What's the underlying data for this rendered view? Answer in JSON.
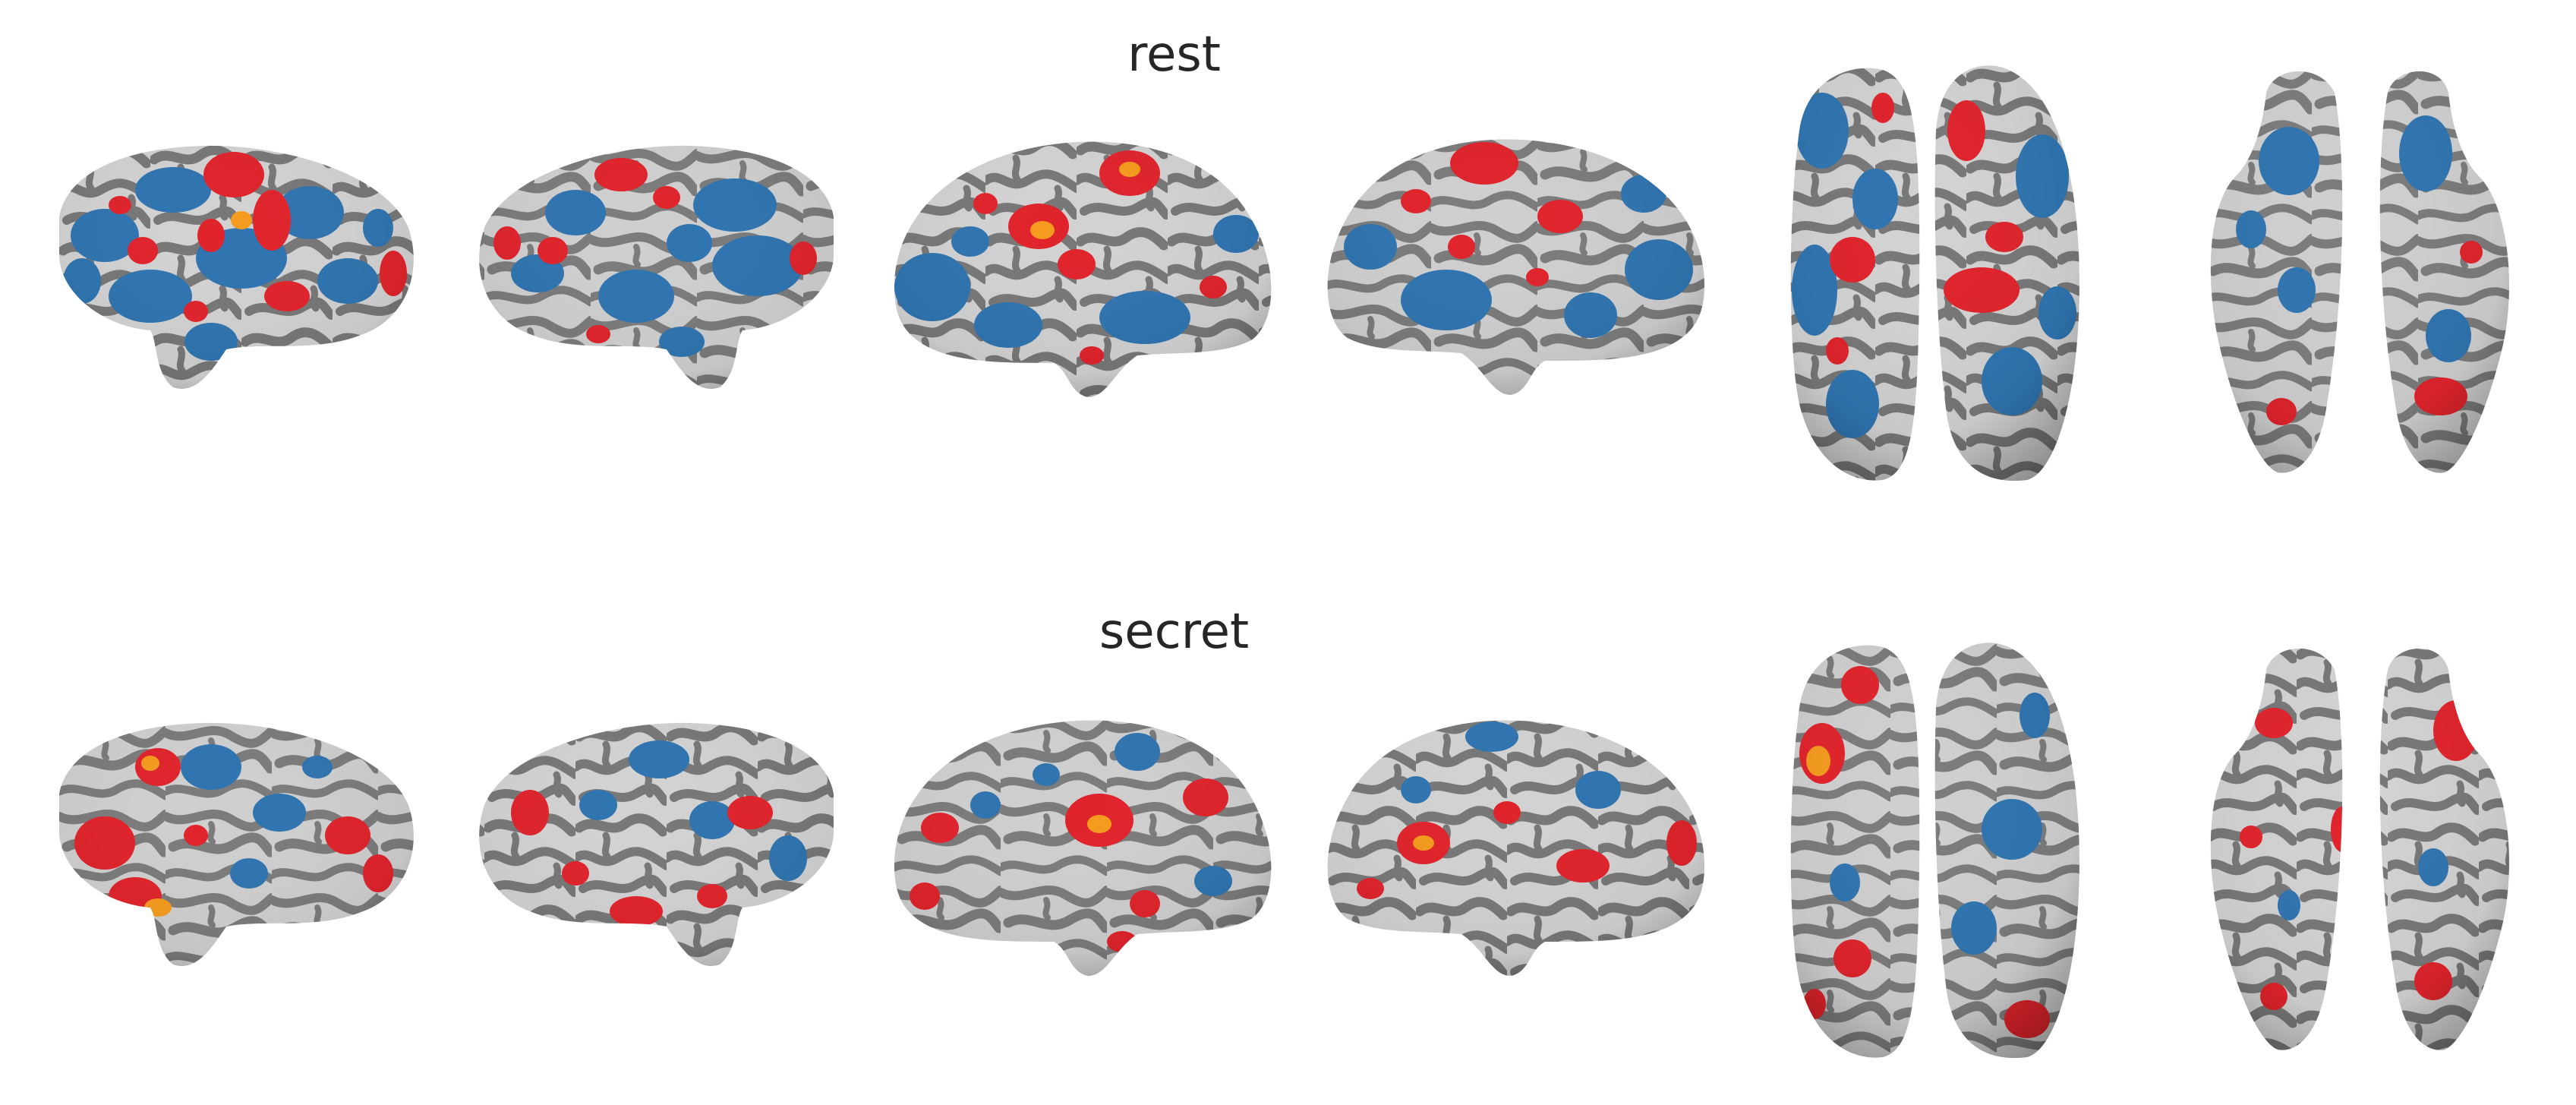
{
  "panels": [
    {
      "title": "rest",
      "views": [
        "lateral-left",
        "lateral-right",
        "medial-left",
        "medial-right",
        "dorsal",
        "ventral"
      ]
    },
    {
      "title": "secret",
      "views": [
        "lateral-left",
        "lateral-right",
        "medial-left",
        "medial-right",
        "dorsal",
        "ventral"
      ]
    }
  ],
  "colors": {
    "background": "#ffffff",
    "sulcus": "#7a7a7a",
    "gyrus": "#d0d0d0",
    "positive": "#e0232b",
    "positive_peak": "#f59b1e",
    "negative": "#2f74b0"
  }
}
